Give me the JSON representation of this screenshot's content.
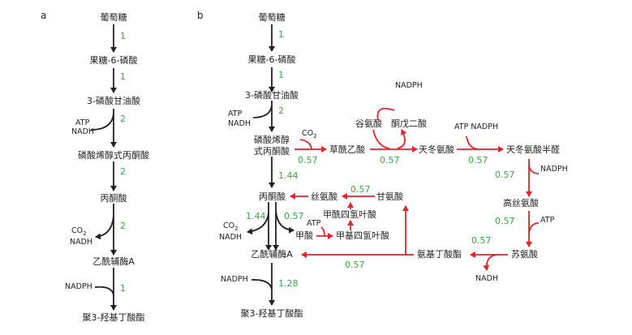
{
  "panel_a": {
    "label": "a",
    "nodes": {
      "glucose": "葡萄糖",
      "f6p": "果糖-6-磷酸",
      "g3p": "3-磷酸甘油酸",
      "pep": "磷酸烯醇式丙酮酸",
      "pyruvate": "丙酮酸",
      "acetyl_coa": "乙酰辅酶A",
      "p3hb": "聚3-羟基丁酸酯"
    },
    "cofactors": {
      "atp": "ATP",
      "nadh1": "NADH",
      "co2": "CO",
      "co2_sub": "2",
      "nadh2": "NADH",
      "nadph": "NADPH"
    },
    "flux": [
      "1",
      "1",
      "2",
      "2",
      "2",
      "1"
    ]
  },
  "panel_b": {
    "label": "b",
    "nodes": {
      "glucose": "葡萄糖",
      "f6p": "果糖-6-磷酸",
      "g3p": "3-磷酸甘油酸",
      "pep_line1": "磷酸烯醇",
      "pep_line2": "式丙酮酸",
      "oxaloacetate": "草酰乙酸",
      "glutamate": "谷氨酸",
      "akg": "酮戊二酸",
      "aspartate": "天冬氨酸",
      "asp_semialdehyde": "天冬氨酸半醛",
      "homoserine": "高丝氨酸",
      "threonine": "苏氨酸",
      "aminobutyrate": "氨基丁酸酯",
      "glycine": "甘氨酸",
      "serine": "丝氨酸",
      "pyruvate": "丙酮酸",
      "methylene_thf": "甲酰四氢叶酸",
      "formate": "甲酸",
      "methyl_thf": "甲基四氢叶酸",
      "acetyl_coa": "乙酰辅酶A",
      "p3hb": "聚3-羟基丁酸酯"
    },
    "cofactors": {
      "atp1": "ATP",
      "nadh1": "NADH",
      "co2": "CO",
      "co2_sub": "2",
      "nadph_glu": "NADPH",
      "atp_nadph": "ATP NADPH",
      "nadph_homo": "NADPH",
      "atp_thr": "ATP",
      "co2_b": "CO",
      "co2_b_sub": "2",
      "nadh_b": "NADH",
      "atp_formate": "ATP",
      "nadph_p3hb": "NADPH",
      "nadh_thr": "NADH"
    },
    "flux": {
      "f1": "1",
      "f2": "1",
      "f3": "2",
      "pep_pyr": "1.44",
      "pep_oaa": "0.57",
      "glu_akg": "0.57",
      "asp_semi": "0.57",
      "semi_homo": "0.57",
      "homo_thr": "0.57",
      "thr_ab": "0.57",
      "ab_acoa": "0.57",
      "gly_ser": "0.57",
      "pyr_acoa_left": "1.44",
      "pyr_acoa_right": "0.57",
      "p3hb": "1.28"
    }
  }
}
